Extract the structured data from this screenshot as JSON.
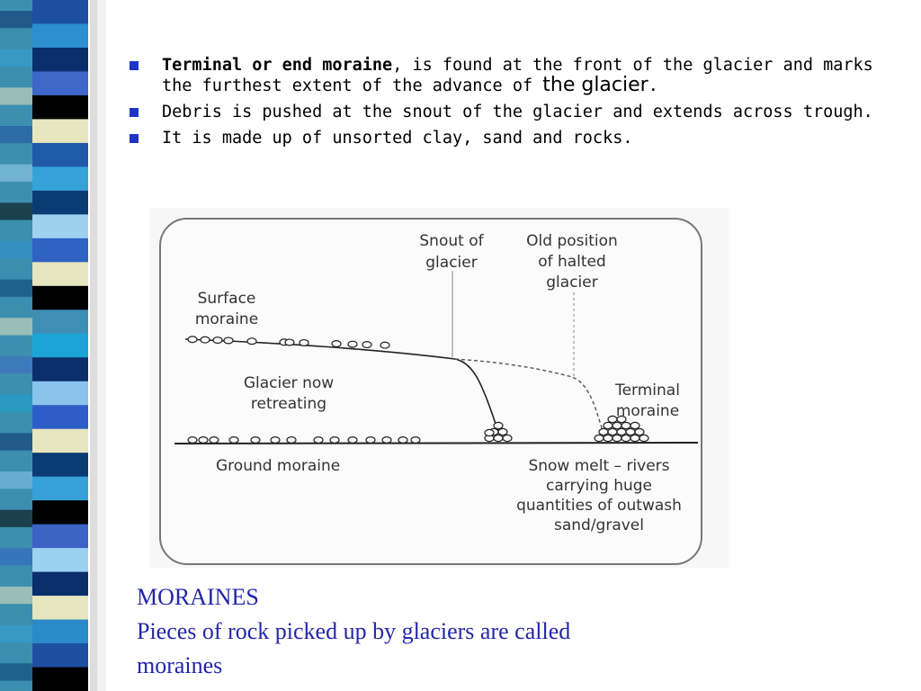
{
  "bullets": [
    {
      "bold": "Terminal or end moraine",
      "rest": ", is found at the front of the glacier and marks the furthest extent of the advance of ",
      "tail": "the glacier",
      "end": "."
    },
    {
      "text": "Debris is pushed at the snout of the glacier and extends across trough."
    },
    {
      "text": "It is made up of unsorted clay, sand and rocks."
    }
  ],
  "diagram": {
    "snout_label": [
      "Snout of",
      "glacier"
    ],
    "old_position_label": [
      "Old position",
      "of halted",
      "glacier"
    ],
    "surface_label": [
      "Surface",
      "moraine"
    ],
    "retreating_label": [
      "Glacier now",
      "retreating"
    ],
    "terminal_label": [
      "Terminal",
      "moraine"
    ],
    "ground_label": "Ground moraine",
    "snowmelt_label": [
      "Snow melt – rivers",
      "carrying huge",
      "quantities of outwash",
      "sand/gravel"
    ]
  },
  "caption": {
    "title": "MORAINES",
    "line1": "Pieces of rock picked up by glaciers are called",
    "line2": "moraines"
  },
  "colors": {
    "bullet": "#1f33c7",
    "caption": "#2326a8"
  }
}
